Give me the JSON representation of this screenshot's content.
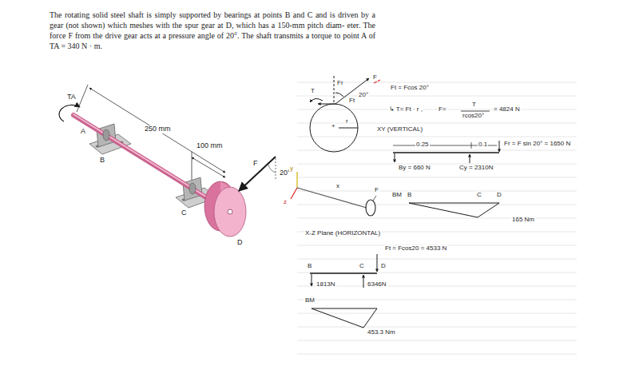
{
  "diagram": {
    "labels": [
      "The rotating solid steel shaft is simply supported by bearings at points B and C and is driven by a gear (not shown) which meshes with the spur gear at D, which has a 150-mm pitch diam- eter. The force F from the drive gear acts at a pressure angle of 20°. The shaft transmits a torque to point A of TA = 340 N · m.",
      "TA",
      "A",
      "250 mm",
      "100 mm",
      "B",
      "F",
      "20°",
      "C",
      "D",
      "T",
      "Fr",
      "20°",
      "F",
      "Ft",
      "+",
      "r",
      "Ft = Fcos 20°",
      "↳ T= Ft · r ,",
      "F=",
      "T",
      "rcos20°",
      "= 4824 N",
      "XY (VERTICAL)",
      "0.25",
      "0.1",
      "Fr = F sin 20° = 1650 N",
      "By = 660 N",
      "Cy = 2310N",
      "y",
      "z",
      "x",
      "F",
      "BM",
      "B",
      "C",
      "D",
      "165 Nm",
      "X-Z Plane (HORIZONTAL)",
      "Ft = Fcos20 = 4533 N",
      "B",
      "C",
      "D",
      "1813N",
      "6346N",
      "BM",
      "453.3 Nm"
    ]
  }
}
